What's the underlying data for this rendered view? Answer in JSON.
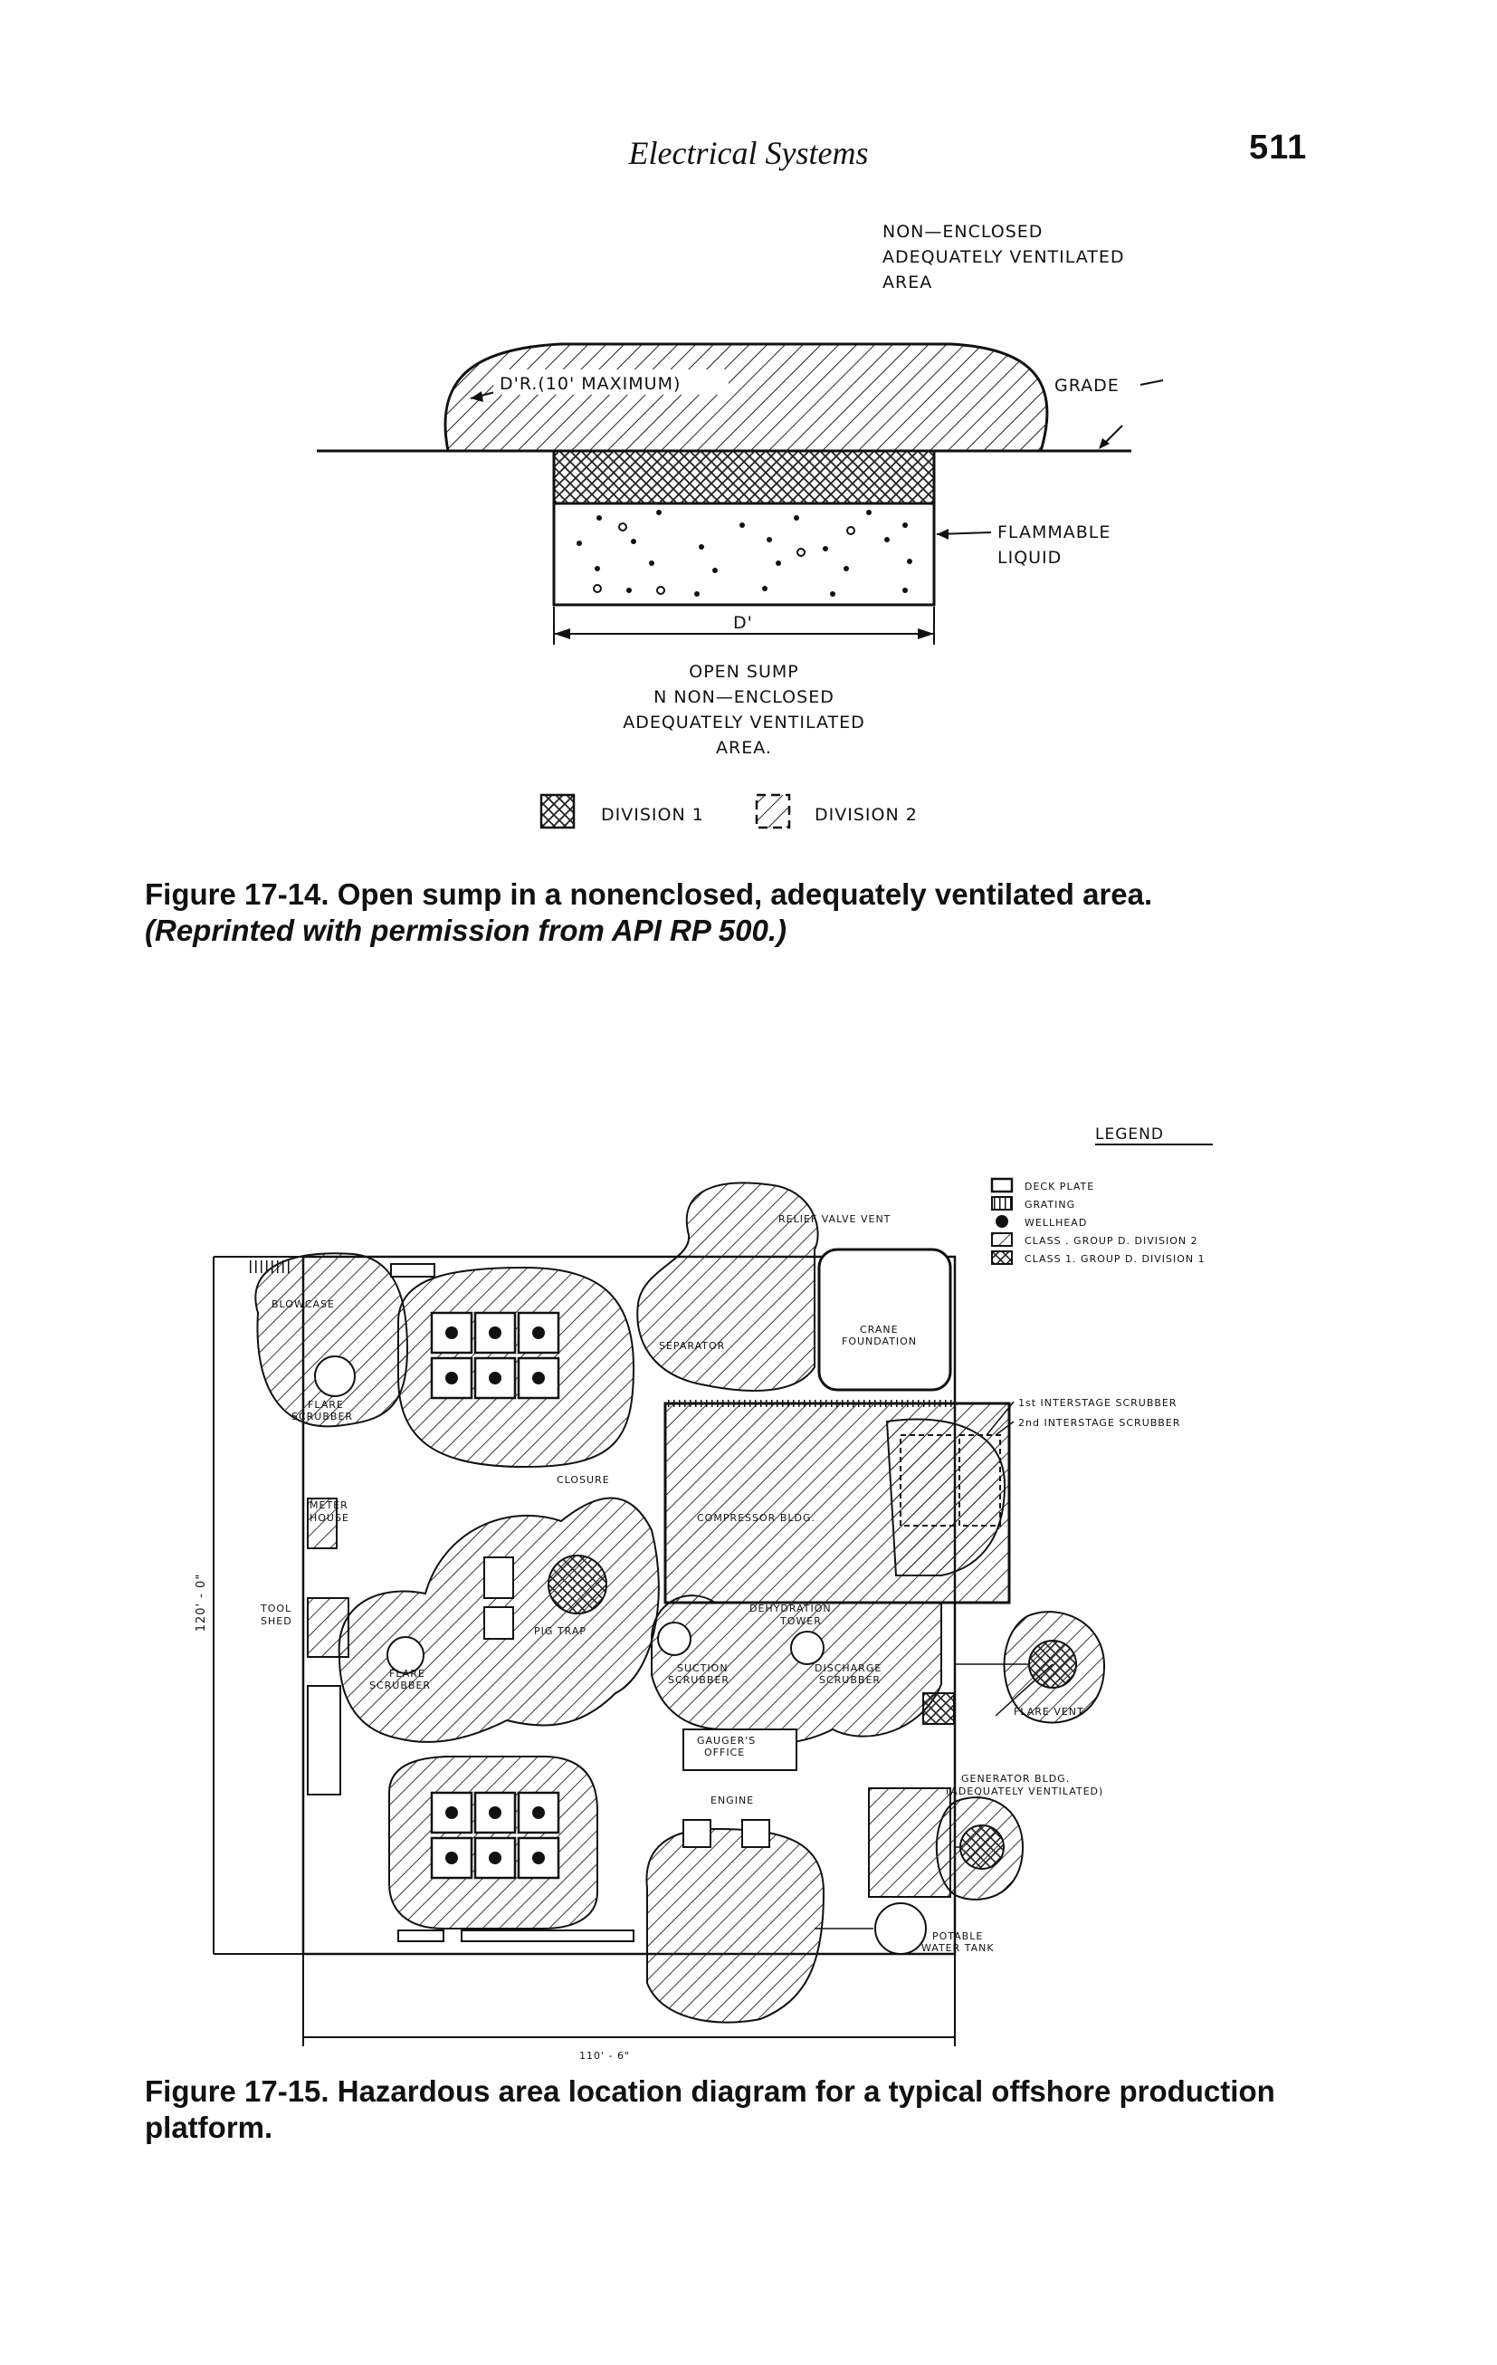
{
  "header": {
    "running_title": "Electrical Systems",
    "page_number": "511"
  },
  "figure_14": {
    "labels": {
      "top_note_1": "NON—ENCLOSED",
      "top_note_2": "ADEQUATELY  VENTILATED",
      "top_note_3": "AREA",
      "radius": "D'R.(10' MAXIMUM)",
      "grade": "GRADE",
      "flammable_1": "FLAMMABLE",
      "flammable_2": "LIQUID",
      "dimension": "D'",
      "sub_1": "OPEN  SUMP",
      "sub_2": "N  NON—ENCLOSED",
      "sub_3": "ADEQUATELY  VENTILATED",
      "sub_4": "AREA.",
      "division_1": "DIVISION  1",
      "division_2": "DIVISION  2"
    },
    "caption_bold": "Figure 17-14. Open sump in a nonenclosed, adequately ventilated area.",
    "caption_italic": "(Reprinted with permission from API RP 500.)"
  },
  "figure_15": {
    "legend": {
      "title": "LEGEND",
      "items": [
        "DECK PLATE",
        "GRATING",
        "WELLHEAD",
        "CLASS . GROUP D. DIVISION 2",
        "CLASS 1. GROUP D. DIVISION 1"
      ]
    },
    "labels": {
      "relief_valve_vent": "RELIEF VALVE VENT",
      "blowcase": "BLOWCASE",
      "flare_scrubber_top_1": "FLARE",
      "flare_scrubber_top_2": "SCRUBBER",
      "separator": "SEPARATOR",
      "crane_1": "CRANE",
      "crane_2": "FOUNDATION",
      "first_scrubber": "1st INTERSTAGE SCRUBBER",
      "second_scrubber": "2nd INTERSTAGE SCRUBBER",
      "closure": "CLOSURE",
      "meter_1": "METER",
      "meter_2": "HOUSE",
      "compressor": "COMPRESSOR BLDG.",
      "tool_1": "TOOL",
      "tool_2": "SHED",
      "dehydration_1": "DEHYDRATION",
      "dehydration_2": "TOWER",
      "pig_trap": "PIG TRAP",
      "flare_scrubber_bot_1": "FLARE",
      "flare_scrubber_bot_2": "SCRUBBER",
      "suction_1": "SUCTION",
      "suction_2": "SCRUBBER",
      "discharge_1": "DISCHARGE",
      "discharge_2": "SCRUBBER",
      "flare_vent": "FLARE VENT",
      "gauger_1": "GAUGER'S",
      "gauger_2": "OFFICE",
      "engine": "ENGINE",
      "generator_1": "GENERATOR BLDG.",
      "generator_2": "(ADEQUATELY VENTILATED)",
      "potable_1": "POTABLE",
      "potable_2": "WATER TANK",
      "height_dim": "120' - 0\"",
      "width_dim": "110' - 6\""
    },
    "caption_bold": "Figure 17-15. Hazardous area location diagram for a typical offshore production platform."
  }
}
